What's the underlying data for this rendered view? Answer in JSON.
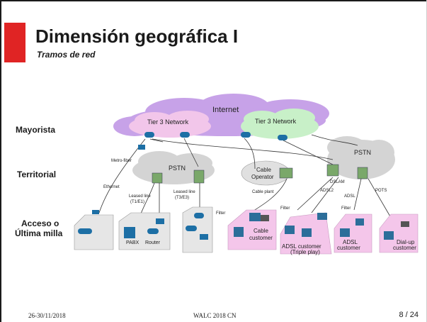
{
  "slide": {
    "title": "Dimensión geográfica I",
    "subtitle": "Tramos de red",
    "rows": {
      "mayorista": "Mayorista",
      "territorial": "Territorial",
      "acceso_line1": "Acceso o",
      "acceso_line2": "Última milla"
    },
    "footer": {
      "date": "26-30/11/2018",
      "event": "WALC 2018 CN",
      "page": "8 / 24"
    },
    "colors": {
      "accent": "#e02424",
      "internet_cloud": "#c7a2e8",
      "tier3_cloud": "#c8f0c8",
      "pstn_cloud": "#d4d4d4",
      "customer_house": "#f4c6ea"
    }
  },
  "diagram": {
    "internet": "Internet",
    "tier3_left": "Tier 3 Network",
    "tier3_right": "Tier 3 Network",
    "pstn_left": "PSTN",
    "pstn_right": "PSTN",
    "cable_operator_line1": "Cable",
    "cable_operator_line2": "Operator",
    "metro_fiber": "Metro-fiber",
    "ethernet": "Ethernet",
    "leased_t1_line1": "Leased line",
    "leased_t1_line2": "(T1/E1)",
    "leased_t3_line1": "Leased line",
    "leased_t3_line2": "(T3/E3)",
    "cable_plant": "Cable plant",
    "dslam": "DSLAM",
    "adsl2": "ADSL2",
    "adsl": "ADSL",
    "pots": "POTS",
    "filter1": "Filter",
    "filter2": "Filter",
    "filter3": "Filter",
    "pabx": "PABX",
    "router": "Router",
    "cable_customer_line1": "Cable",
    "cable_customer_line2": "customer",
    "adsl_triple_line1": "ADSL customer",
    "adsl_triple_line2": "(Triple play)",
    "adsl_customer_line1": "ADSL",
    "adsl_customer_line2": "customer",
    "dialup_line1": "Dial-up",
    "dialup_line2": "customer"
  }
}
